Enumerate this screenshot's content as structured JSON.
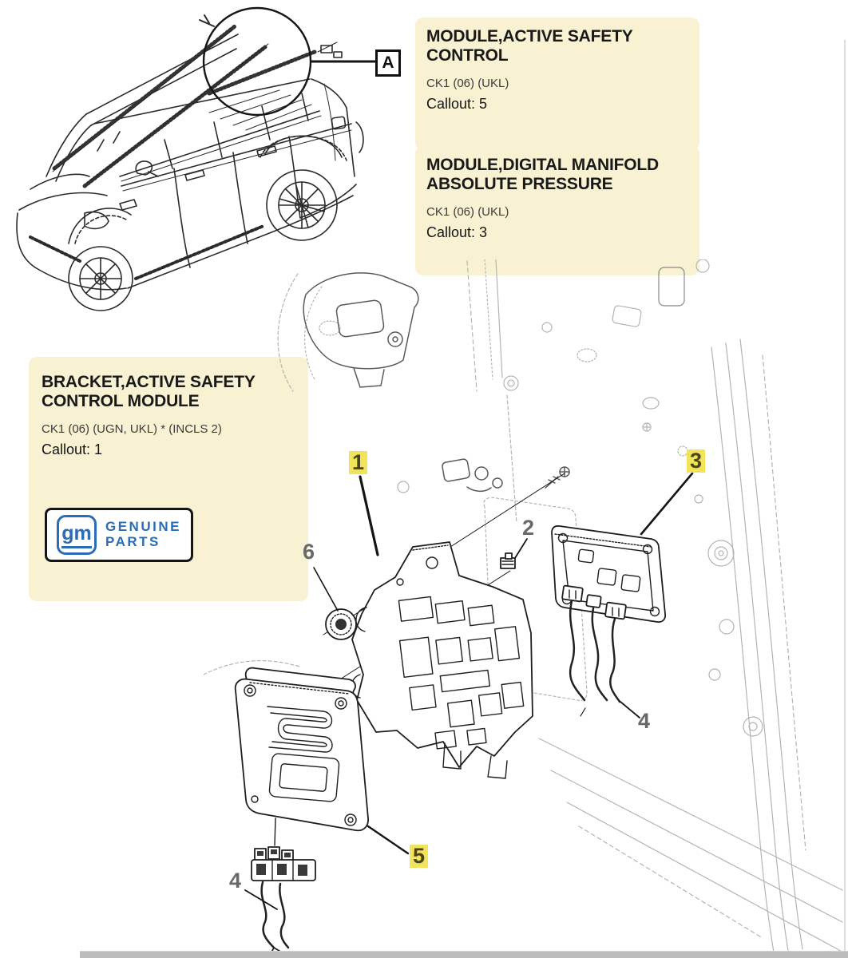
{
  "inset": {
    "area_label": "A"
  },
  "part_cards": [
    {
      "title": "MODULE,ACTIVE SAFETY CONTROL",
      "spec": "CK1 (06) (UKL)",
      "callout_label": "Callout:",
      "callout_value": "5"
    },
    {
      "title": "MODULE,DIGITAL MANIFOLD ABSOLUTE PRESSURE",
      "spec": "CK1 (06) (UKL)",
      "callout_label": "Callout:",
      "callout_value": "3"
    },
    {
      "title": "BRACKET,ACTIVE SAFETY CONTROL MODULE",
      "spec": "CK1 (06) (UGN, UKL) * (INCLS 2)",
      "callout_label": "Callout:",
      "callout_value": "1"
    }
  ],
  "brand": {
    "emblem": "gm",
    "line1": "GENUINE",
    "line2": "PARTS"
  },
  "diagram": {
    "callouts": [
      {
        "id": "callout-1",
        "label": "1",
        "highlighted": true
      },
      {
        "id": "callout-2",
        "label": "2",
        "highlighted": false
      },
      {
        "id": "callout-3",
        "label": "3",
        "highlighted": true
      },
      {
        "id": "callout-4-right",
        "label": "4",
        "highlighted": false
      },
      {
        "id": "callout-4-left",
        "label": "4",
        "highlighted": false
      },
      {
        "id": "callout-5",
        "label": "5",
        "highlighted": true
      },
      {
        "id": "callout-6",
        "label": "6",
        "highlighted": false
      }
    ]
  },
  "colors": {
    "card_background": "#f8f1d2",
    "callout_highlight": "#f2e35c",
    "brand_blue": "#2a6db5",
    "callout_gray": "#696969",
    "line_dark": "#1f1f1f",
    "line_faint": "#b4b4b4"
  }
}
